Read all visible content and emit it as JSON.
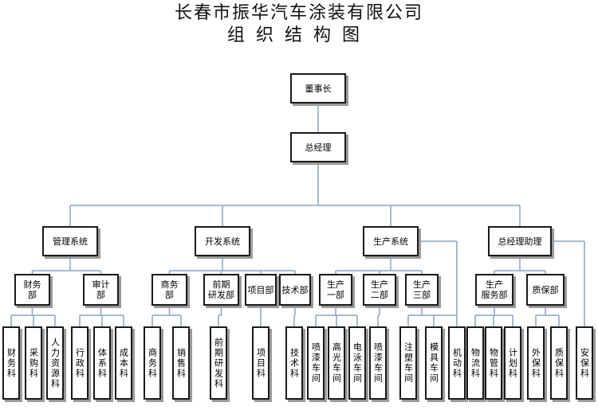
{
  "title": {
    "line1": "长春市振华汽车涂装有限公司",
    "line2": "组织结构图"
  },
  "colors": {
    "connector": "#8aa4c4",
    "border": "#1a1a1a",
    "shadow": "#9a9a9a"
  },
  "nodes": {
    "chairman": "董事长",
    "gm": "总经理",
    "l1": [
      "管理系统",
      "开发系统",
      "生产系统",
      "总经理助理"
    ],
    "l2": [
      "财务\n部",
      "审计\n部",
      "商务\n部",
      "前期\n研发部",
      "项目部",
      "技术部",
      "生产\n一部",
      "生产\n二部",
      "生产\n三部",
      "生产\n服务部",
      "质保部"
    ],
    "l3": [
      "财务科",
      "采购科",
      "人力资源科",
      "行政科",
      "体系科",
      "成本科",
      "商务科",
      "销售科",
      "前期研发科",
      "项目科",
      "技术科",
      "喷漆车间",
      "高光车间",
      "电泳车间",
      "喷漆车间",
      "注塑车间",
      "模具车间",
      "机动科",
      "物流科",
      "物管科",
      "计划科",
      "外保科",
      "质保科",
      "安保科"
    ]
  }
}
